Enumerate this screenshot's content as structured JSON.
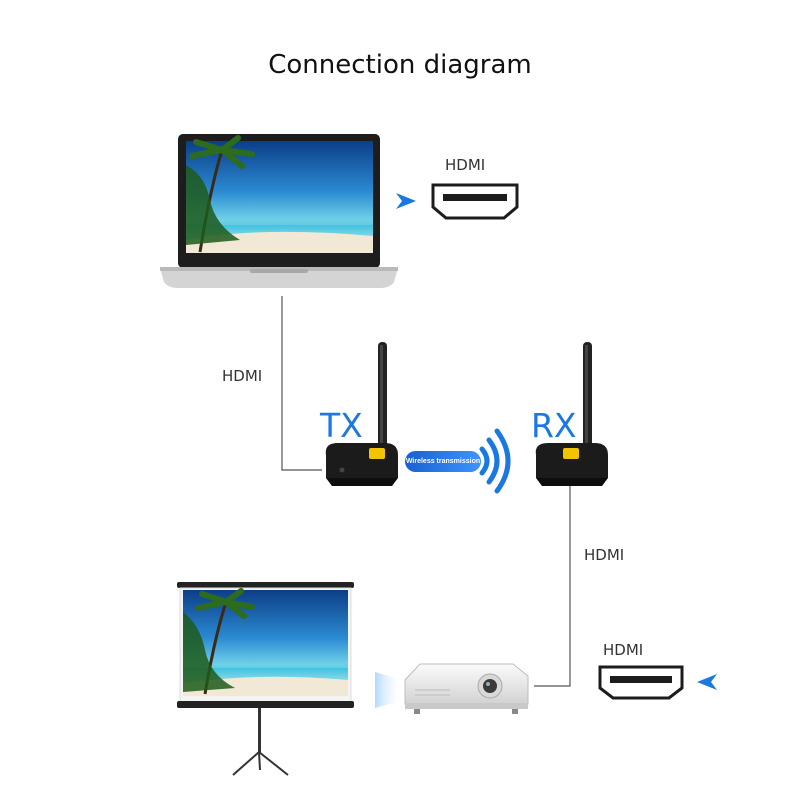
{
  "title": "Connection diagram",
  "labels": {
    "hdmi_top": "HDMI",
    "hdmi_left": "HDMI",
    "hdmi_right": "HDMI",
    "hdmi_bottom": "HDMI",
    "tx": "TX",
    "rx": "RX",
    "wireless": "Wireless transmission"
  },
  "colors": {
    "accent": "#1a78e0",
    "device": "#1b1b1b",
    "led": "#f3c400",
    "line": "#555555"
  },
  "icons": [
    "laptop-icon",
    "hdmi-port-icon",
    "transmitter-icon",
    "receiver-icon",
    "wifi-signal-icon",
    "projector-screen-icon",
    "projector-icon",
    "arrow-icon"
  ]
}
